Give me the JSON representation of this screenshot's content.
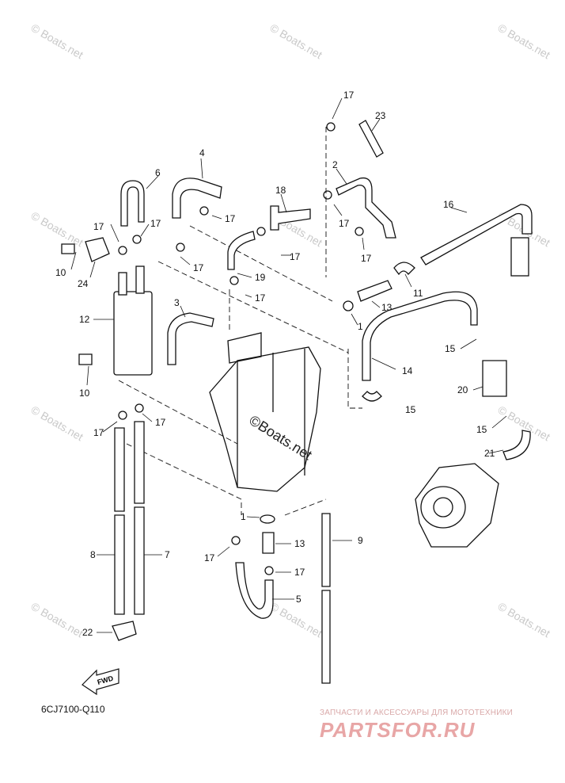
{
  "diagram": {
    "part_code": "6CJ7100-Q110",
    "center_watermark": "©Boats.net",
    "fwd_label": "FWD",
    "watermark_text": "© Boats.net",
    "brand_caption": "ЗАПЧАСТИ И АКСЕССУАРЫ ДЛЯ МОТОТЕХНИКИ",
    "brand_logo": "PARTSFOR.RU",
    "labels": {
      "l17a": "17",
      "l23": "23",
      "l4": "4",
      "l6": "6",
      "l2": "2",
      "l18": "18",
      "l17b": "17",
      "l17c": "17",
      "l17d": "17",
      "l16": "16",
      "l17e": "17",
      "l17f": "17",
      "l17g": "17",
      "l10a": "10",
      "l24": "24",
      "l17h": "17",
      "l19": "19",
      "l11": "11",
      "l17i": "17",
      "l13a": "13",
      "l3": "3",
      "l12": "12",
      "l1a": "1",
      "l15a": "15",
      "l14": "14",
      "l10b": "10",
      "l20": "20",
      "l15b": "15",
      "l17j": "17",
      "l17k": "17",
      "l15c": "15",
      "l21": "21",
      "l1b": "1",
      "l9": "9",
      "l13b": "13",
      "l8": "8",
      "l7": "7",
      "l17l": "17",
      "l17m": "17",
      "l5": "5",
      "l22": "22"
    }
  }
}
